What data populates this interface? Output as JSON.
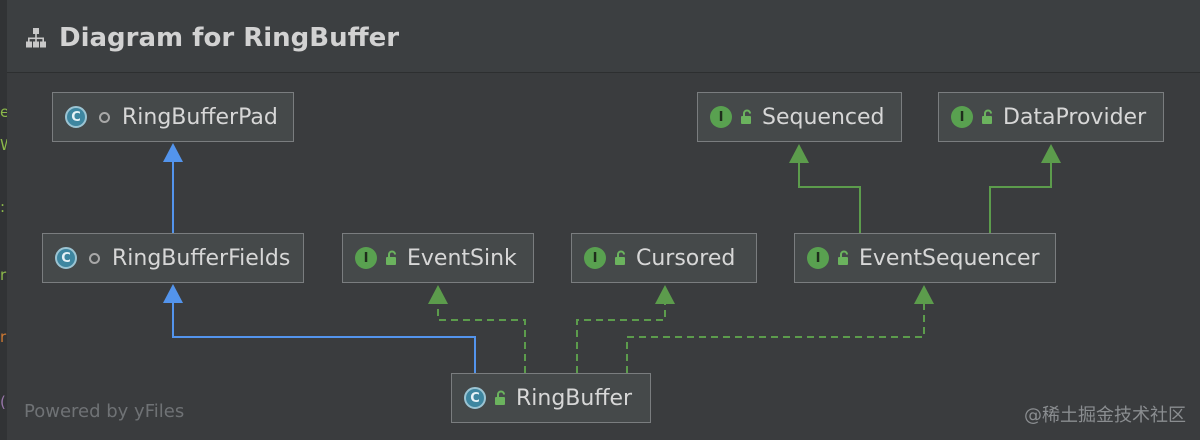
{
  "window": {
    "title": "Diagram for RingBuffer",
    "icon": "hierarchy-icon"
  },
  "nodes": {
    "ringbufferpad": {
      "label": "RingBufferPad",
      "kind": "class",
      "kind_letter": "C",
      "visibility": "package-private"
    },
    "sequenced": {
      "label": "Sequenced",
      "kind": "interface",
      "kind_letter": "I",
      "visibility": "public"
    },
    "dataprovider": {
      "label": "DataProvider",
      "kind": "interface",
      "kind_letter": "I",
      "visibility": "public"
    },
    "ringbufferfields": {
      "label": "RingBufferFields",
      "kind": "class",
      "kind_letter": "C",
      "visibility": "package-private"
    },
    "eventsink": {
      "label": "EventSink",
      "kind": "interface",
      "kind_letter": "I",
      "visibility": "public"
    },
    "cursored": {
      "label": "Cursored",
      "kind": "interface",
      "kind_letter": "I",
      "visibility": "public"
    },
    "eventsequencer": {
      "label": "EventSequencer",
      "kind": "interface",
      "kind_letter": "I",
      "visibility": "public"
    },
    "ringbuffer": {
      "label": "RingBuffer",
      "kind": "class",
      "kind_letter": "C",
      "visibility": "public"
    }
  },
  "edges": [
    {
      "from": "RingBufferFields",
      "to": "RingBufferPad",
      "relation": "extends"
    },
    {
      "from": "RingBuffer",
      "to": "RingBufferFields",
      "relation": "extends"
    },
    {
      "from": "RingBuffer",
      "to": "EventSink",
      "relation": "implements"
    },
    {
      "from": "RingBuffer",
      "to": "Cursored",
      "relation": "implements"
    },
    {
      "from": "RingBuffer",
      "to": "EventSequencer",
      "relation": "implements"
    },
    {
      "from": "EventSequencer",
      "to": "Sequenced",
      "relation": "extends"
    },
    {
      "from": "EventSequencer",
      "to": "DataProvider",
      "relation": "extends"
    }
  ],
  "colors": {
    "extends_edge": "#5394ec",
    "implements_edge": "#5c9c4c",
    "interface_badge": "#59a150",
    "class_badge": "#3e86a0"
  },
  "footer": {
    "powered_by": "Powered by yFiles",
    "watermark": "@稀土掘金技术社区"
  }
}
